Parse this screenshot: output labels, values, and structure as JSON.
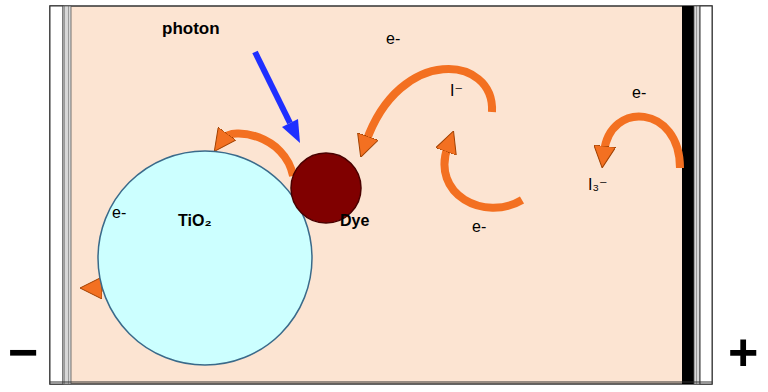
{
  "diagram": {
    "nodes": [
      {
        "text": [
          "e-",
          "TiO₂"
        ]
      },
      {
        "text": [
          "Dye"
        ]
      }
    ],
    "edges": [
      {
        "from": 1,
        "to": 0,
        "arrow": "to"
      }
    ],
    "labels": [
      "photon",
      "e-",
      "I⁻",
      "e-",
      "I₃⁻",
      "e-",
      "−",
      "+"
    ]
  }
}
